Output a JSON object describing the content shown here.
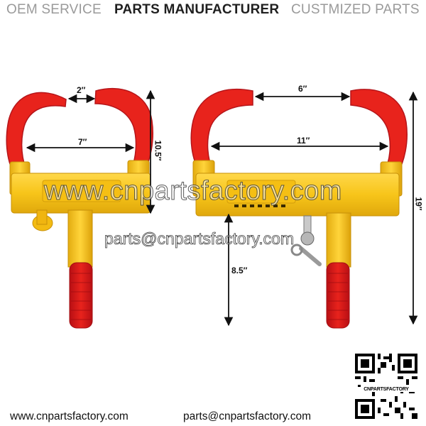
{
  "header": {
    "oem": "OEM SERVICE",
    "manufacturer": "PARTS MANUFACTURER",
    "customized": "CUSTMIZED PARTS"
  },
  "dimensions": {
    "small_gap": "2″",
    "small_width": "7″",
    "small_height": "10.5″",
    "large_gap": "6″",
    "large_width": "11″",
    "handle_length": "8.5″",
    "large_height": "19″"
  },
  "watermark": {
    "site": "www.cnpartsfactory.com",
    "email": "parts@cnpartsfactory.com"
  },
  "footer": {
    "website": "www.cnpartsfactory.com",
    "email": "parts@cnpartsfactory.com"
  },
  "qr": {
    "label": "CNPARTSFACTORY"
  },
  "colors": {
    "clamp_red": "#e8231c",
    "body_yellow": "#f7c51a",
    "handle_red": "#c8141a"
  }
}
